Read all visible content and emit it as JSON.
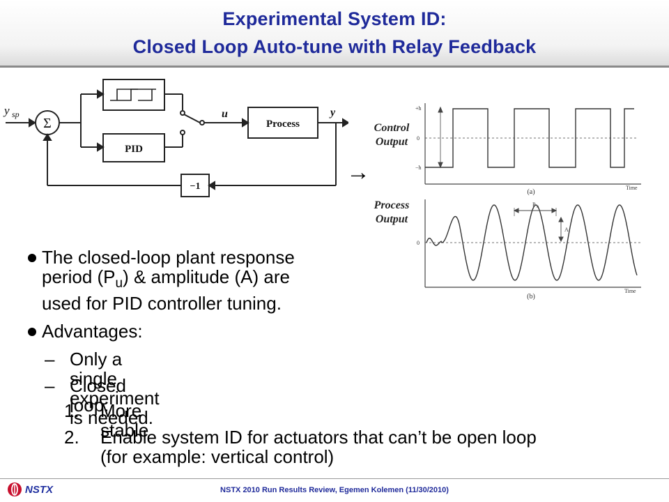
{
  "title": {
    "line1": "Experimental System ID:",
    "line2": "Closed Loop Auto-tune with Relay Feedback"
  },
  "block_diagram": {
    "input_label": "y",
    "input_sub": "sp",
    "sum_symbol": "Σ",
    "pid_label": "PID",
    "process_label": "Process",
    "signal_u": "u",
    "output_y": "y",
    "feedback_gain": "−1"
  },
  "plots": {
    "arrow_glyph": "→",
    "control_label_line1": "Control",
    "control_label_line2": "Output",
    "process_label_line1": "Process",
    "process_label_line2": "Output",
    "plot_a": {
      "tick_top": "+h",
      "tick_mid": "0",
      "tick_bot": "−h",
      "xlabel": "Time",
      "caption": "(a)"
    },
    "plot_b": {
      "tick_zero": "0",
      "period_label": "P",
      "period_sub": "u",
      "amp_label": "A",
      "xlabel": "Time",
      "caption": "(b)"
    }
  },
  "body": {
    "bullet1_line1": "The closed-loop plant response",
    "bullet1_line2a": "period (P",
    "bullet1_line2sub": "u",
    "bullet1_line2b": ") & amplitude (A) are",
    "bullet1_line3": "used for PID controller tuning.",
    "bullet2": "Advantages:",
    "sub1_dash": "–",
    "sub1": "Only a single experiment is needed.",
    "sub2_dash": "–",
    "sub2": "Closed loop:",
    "item1_num": "1.",
    "item1": "More stable",
    "item2_num": "2.",
    "item2_line1": "Enable system ID for actuators that can’t be open loop",
    "item2_line2": "(for example:  vertical control)"
  },
  "footer": {
    "logo_text": "NSTX",
    "center_text": "NSTX 2010 Run Results Review,  Egemen Kolemen (11/30/2010)"
  },
  "colors": {
    "title": "#1f2a9a",
    "logo_red": "#c8102e"
  }
}
